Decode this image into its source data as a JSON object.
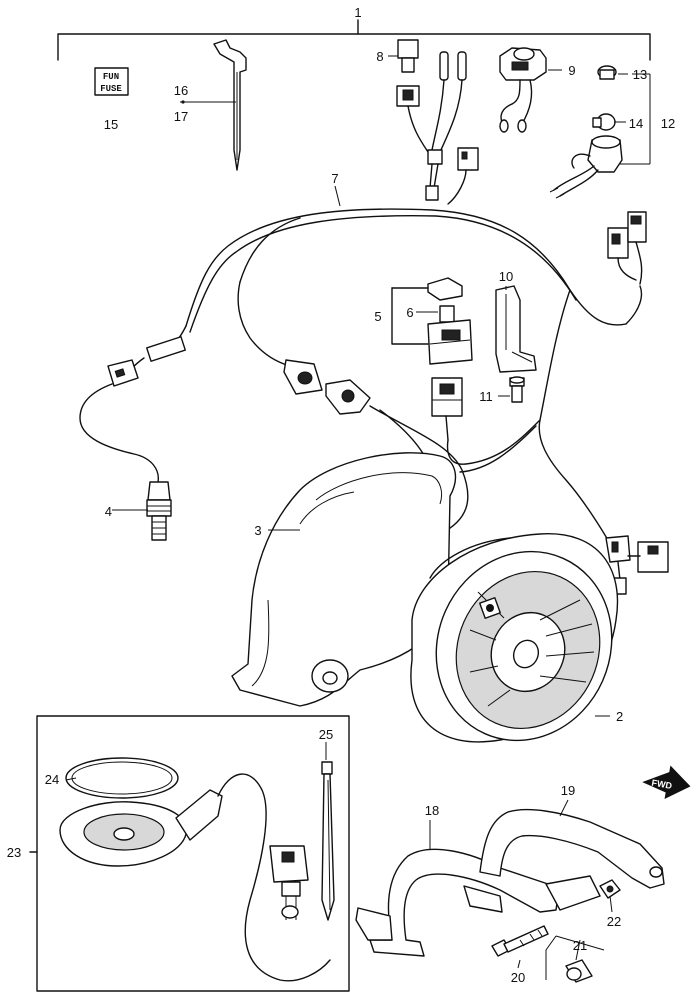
{
  "callouts": [
    "1",
    "2",
    "3",
    "4",
    "5",
    "6",
    "7",
    "8",
    "9",
    "10",
    "11",
    "12",
    "13",
    "14",
    "15",
    "16",
    "17",
    "18",
    "19",
    "20",
    "21",
    "22",
    "23",
    "24",
    "25"
  ],
  "fuse_label": {
    "line1": "FUN",
    "line2": "FUSE"
  },
  "arrow_label": "FWD"
}
